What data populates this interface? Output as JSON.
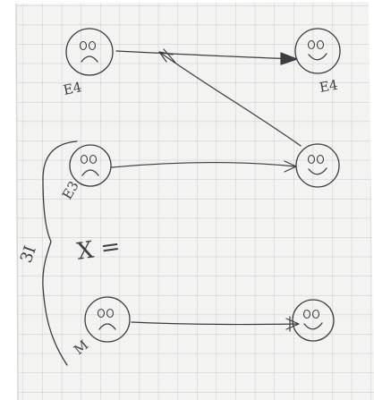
{
  "diagram": {
    "faces": [
      {
        "id": "f_tl",
        "mood": "sad",
        "label": "E4"
      },
      {
        "id": "f_tr",
        "mood": "happy",
        "label": "E4"
      },
      {
        "id": "f_ml",
        "mood": "sad",
        "label": "E3"
      },
      {
        "id": "f_mr",
        "mood": "happy",
        "label": ""
      },
      {
        "id": "f_bl",
        "mood": "sad",
        "label": "M"
      },
      {
        "id": "f_br",
        "mood": "happy",
        "label": ""
      }
    ],
    "arrows": [
      {
        "from": "f_tl",
        "to": "f_tr"
      },
      {
        "from": "f_mr",
        "to": "f_tl"
      },
      {
        "from": "f_ml",
        "to": "f_mr"
      },
      {
        "from": "f_bl",
        "to": "f_br"
      }
    ],
    "brace_label": "3I",
    "middle_note": "X ="
  },
  "colors": {
    "paper": "#f3f3f1",
    "grid": "#c9cacd",
    "ink": "#3c3c40"
  }
}
